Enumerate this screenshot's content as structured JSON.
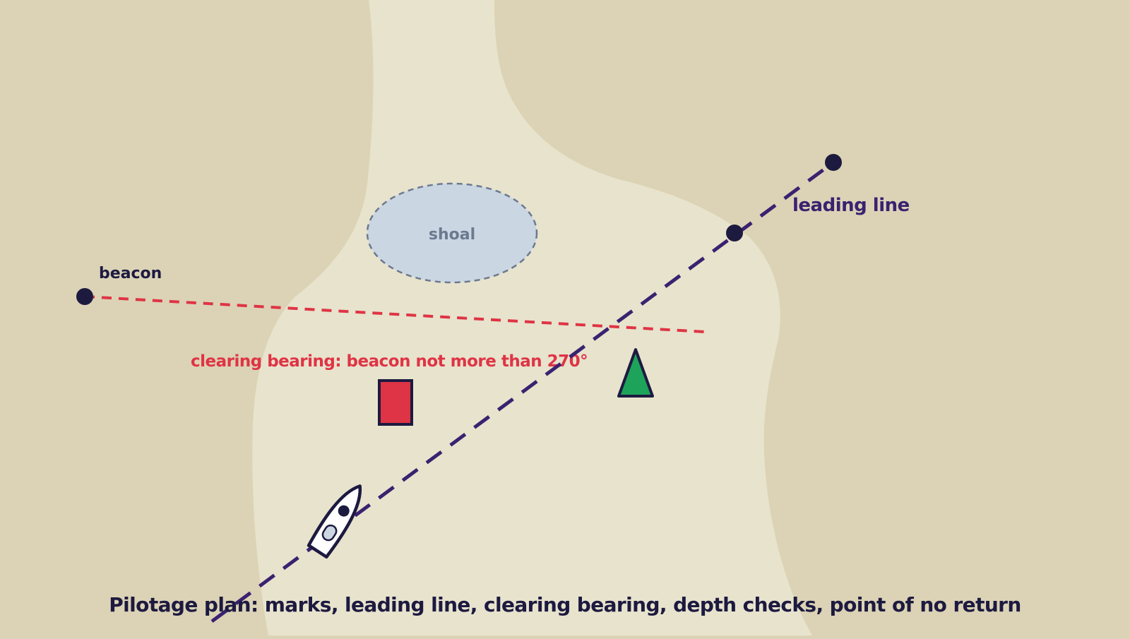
{
  "labels": {
    "shoal": "shoal",
    "beacon": "beacon",
    "leading_line": "leading line",
    "clearing_bearing": "clearing bearing: beacon not more than 270°",
    "caption": "Pilotage plan: marks, leading line, clearing bearing, depth checks, point of no return"
  },
  "colors": {
    "land": "#dcd3b6",
    "water": "#e8e3cd",
    "shoal_fill": "#cbd6e3",
    "shoal_stroke": "#6b7a90",
    "leading_line": "#3a2270",
    "clearing_line": "#df3445",
    "port_mark": "#df3445",
    "starboard_mark": "#1ea35a",
    "ink": "#1d1a40",
    "boat_fill": "#ffffff"
  },
  "icons": {
    "port_mark": "red-can-icon",
    "starboard_mark": "green-cone-icon",
    "vessel": "boat-icon"
  }
}
